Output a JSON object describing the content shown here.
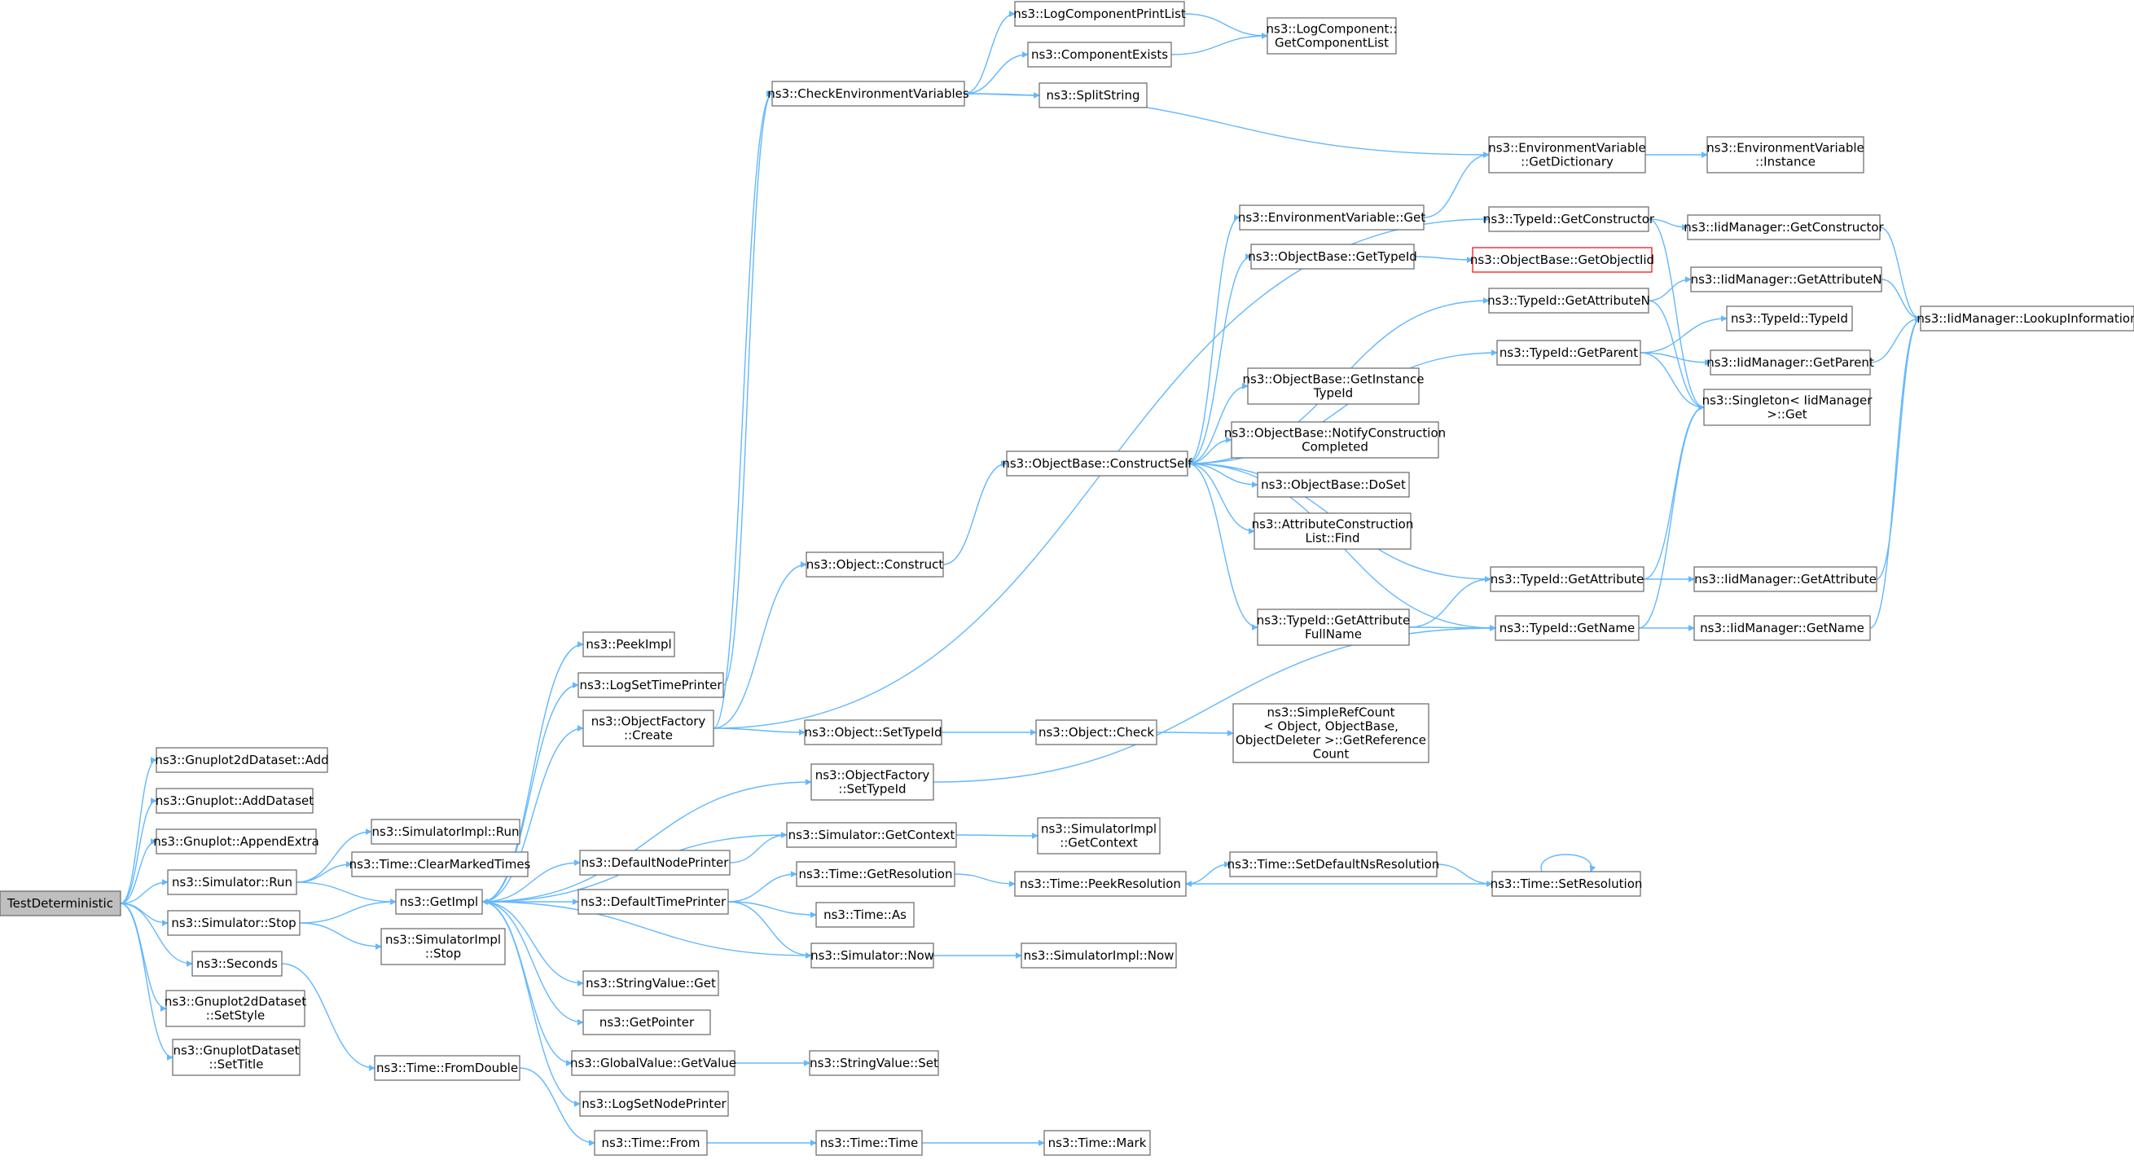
{
  "colors": {
    "edge": "#63b8ff",
    "node_border": "#666666",
    "root_fill": "#bfbfbf",
    "highlight_border": "#ff0000"
  },
  "nodes": [
    {
      "id": "root",
      "lines": [
        "TestDeterministic"
      ],
      "kind": "root"
    },
    {
      "id": "g2dAdd",
      "lines": [
        "ns3::Gnuplot2dDataset::Add"
      ]
    },
    {
      "id": "gAddDataset",
      "lines": [
        "ns3::Gnuplot::AddDataset"
      ]
    },
    {
      "id": "gAppendExtra",
      "lines": [
        "ns3::Gnuplot::AppendExtra"
      ]
    },
    {
      "id": "simRun",
      "lines": [
        "ns3::Simulator::Run"
      ]
    },
    {
      "id": "simStop",
      "lines": [
        "ns3::Simulator::Stop"
      ]
    },
    {
      "id": "seconds",
      "lines": [
        "ns3::Seconds"
      ]
    },
    {
      "id": "g2dSetStyle",
      "lines": [
        "ns3::Gnuplot2dDataset",
        "::SetStyle"
      ]
    },
    {
      "id": "gdSetTitle",
      "lines": [
        "ns3::GnuplotDataset",
        "::SetTitle"
      ]
    },
    {
      "id": "simImplRun",
      "lines": [
        "ns3::SimulatorImpl::Run"
      ]
    },
    {
      "id": "clearMarked",
      "lines": [
        "ns3::Time::ClearMarkedTimes"
      ]
    },
    {
      "id": "getImpl",
      "lines": [
        "ns3::GetImpl"
      ]
    },
    {
      "id": "simImplStop",
      "lines": [
        "ns3::SimulatorImpl",
        "::Stop"
      ]
    },
    {
      "id": "fromDouble",
      "lines": [
        "ns3::Time::FromDouble"
      ]
    },
    {
      "id": "peekImpl",
      "lines": [
        "ns3::PeekImpl"
      ]
    },
    {
      "id": "logSetTP",
      "lines": [
        "ns3::LogSetTimePrinter"
      ]
    },
    {
      "id": "ofCreate",
      "lines": [
        "ns3::ObjectFactory",
        "::Create"
      ]
    },
    {
      "id": "ofSetTypeId",
      "lines": [
        "ns3::ObjectFactory",
        "::SetTypeId"
      ]
    },
    {
      "id": "defNodePrinter",
      "lines": [
        "ns3::DefaultNodePrinter"
      ]
    },
    {
      "id": "defTimePrinter",
      "lines": [
        "ns3::DefaultTimePrinter"
      ]
    },
    {
      "id": "svGet",
      "lines": [
        "ns3::StringValue::Get"
      ]
    },
    {
      "id": "getPointer",
      "lines": [
        "ns3::GetPointer"
      ]
    },
    {
      "id": "gvGetValue",
      "lines": [
        "ns3::GlobalValue::GetValue"
      ]
    },
    {
      "id": "logSetNP",
      "lines": [
        "ns3::LogSetNodePrinter"
      ]
    },
    {
      "id": "timeFrom",
      "lines": [
        "ns3::Time::From"
      ]
    },
    {
      "id": "checkEnv",
      "lines": [
        "ns3::CheckEnvironmentVariables"
      ]
    },
    {
      "id": "objConstruct",
      "lines": [
        "ns3::Object::Construct"
      ]
    },
    {
      "id": "objSetTypeId",
      "lines": [
        "ns3::Object::SetTypeId"
      ]
    },
    {
      "id": "simGetContext",
      "lines": [
        "ns3::Simulator::GetContext"
      ]
    },
    {
      "id": "timeGetRes",
      "lines": [
        "ns3::Time::GetResolution"
      ]
    },
    {
      "id": "timeAs",
      "lines": [
        "ns3::Time::As"
      ]
    },
    {
      "id": "simNow",
      "lines": [
        "ns3::Simulator::Now"
      ]
    },
    {
      "id": "svSet",
      "lines": [
        "ns3::StringValue::Set"
      ]
    },
    {
      "id": "timeTime",
      "lines": [
        "ns3::Time::Time"
      ]
    },
    {
      "id": "logCompPL",
      "lines": [
        "ns3::LogComponentPrintList"
      ]
    },
    {
      "id": "compExists",
      "lines": [
        "ns3::ComponentExists"
      ]
    },
    {
      "id": "splitString",
      "lines": [
        "ns3::SplitString"
      ]
    },
    {
      "id": "obConstructSelf",
      "lines": [
        "ns3::ObjectBase::ConstructSelf"
      ]
    },
    {
      "id": "objCheck",
      "lines": [
        "ns3::Object::Check"
      ]
    },
    {
      "id": "simImplGetCtx",
      "lines": [
        "ns3::SimulatorImpl",
        "::GetContext"
      ]
    },
    {
      "id": "timePeekRes",
      "lines": [
        "ns3::Time::PeekResolution"
      ]
    },
    {
      "id": "simImplNow",
      "lines": [
        "ns3::SimulatorImpl::Now"
      ]
    },
    {
      "id": "timeMark",
      "lines": [
        "ns3::Time::Mark"
      ]
    },
    {
      "id": "evGet",
      "lines": [
        "ns3::EnvironmentVariable::Get"
      ]
    },
    {
      "id": "obGetTypeId",
      "lines": [
        "ns3::ObjectBase::GetTypeId"
      ]
    },
    {
      "id": "obGetInstTid",
      "lines": [
        "ns3::ObjectBase::GetInstance",
        "TypeId"
      ]
    },
    {
      "id": "obNotify",
      "lines": [
        "ns3::ObjectBase::NotifyConstruction",
        "Completed"
      ]
    },
    {
      "id": "obDoSet",
      "lines": [
        "ns3::ObjectBase::DoSet"
      ]
    },
    {
      "id": "acFind",
      "lines": [
        "ns3::AttributeConstruction",
        "List::Find"
      ]
    },
    {
      "id": "tidGetAttrFull",
      "lines": [
        "ns3::TypeId::GetAttribute",
        "FullName"
      ]
    },
    {
      "id": "srcGetRef",
      "lines": [
        "ns3::SimpleRefCount",
        "< Object, ObjectBase,",
        "ObjectDeleter >::GetReference",
        "Count"
      ]
    },
    {
      "id": "timeSetDefNs",
      "lines": [
        "ns3::Time::SetDefaultNsResolution"
      ]
    },
    {
      "id": "lcGetCompList",
      "lines": [
        "ns3::LogComponent::",
        "GetComponentList"
      ]
    },
    {
      "id": "evGetDict",
      "lines": [
        "ns3::EnvironmentVariable",
        "::GetDictionary"
      ]
    },
    {
      "id": "tidGetCtor",
      "lines": [
        "ns3::TypeId::GetConstructor"
      ]
    },
    {
      "id": "obGetObjectIid",
      "lines": [
        "ns3::ObjectBase::GetObjectIid"
      ],
      "kind": "highlight"
    },
    {
      "id": "tidGetAttrN",
      "lines": [
        "ns3::TypeId::GetAttributeN"
      ]
    },
    {
      "id": "tidGetParent",
      "lines": [
        "ns3::TypeId::GetParent"
      ]
    },
    {
      "id": "tidGetAttr",
      "lines": [
        "ns3::TypeId::GetAttribute"
      ]
    },
    {
      "id": "tidGetName",
      "lines": [
        "ns3::TypeId::GetName"
      ]
    },
    {
      "id": "timeSetRes",
      "lines": [
        "ns3::Time::SetResolution"
      ]
    },
    {
      "id": "evInstance",
      "lines": [
        "ns3::EnvironmentVariable",
        "::Instance"
      ]
    },
    {
      "id": "iidGetCtor",
      "lines": [
        "ns3::IidManager::GetConstructor"
      ]
    },
    {
      "id": "iidGetAttrN",
      "lines": [
        "ns3::IidManager::GetAttributeN"
      ]
    },
    {
      "id": "tidTypeId",
      "lines": [
        "ns3::TypeId::TypeId"
      ]
    },
    {
      "id": "iidGetParent",
      "lines": [
        "ns3::IidManager::GetParent"
      ]
    },
    {
      "id": "singletonGet",
      "lines": [
        "ns3::Singleton< IidManager",
        ">::Get"
      ]
    },
    {
      "id": "iidGetAttr",
      "lines": [
        "ns3::IidManager::GetAttribute"
      ]
    },
    {
      "id": "iidGetName",
      "lines": [
        "ns3::IidManager::GetName"
      ]
    },
    {
      "id": "iidLookup",
      "lines": [
        "ns3::IidManager::LookupInformation"
      ]
    }
  ]
}
